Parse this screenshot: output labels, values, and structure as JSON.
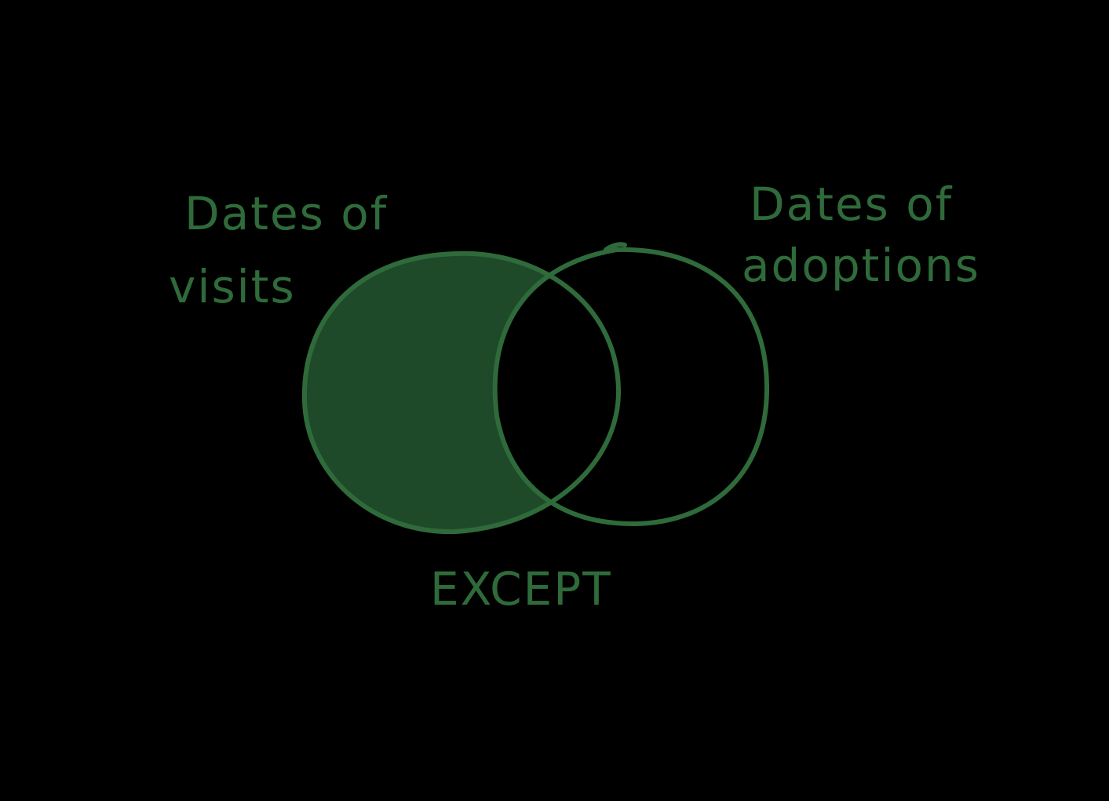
{
  "diagram": {
    "type": "venn-except",
    "colors": {
      "background": "#000000",
      "stroke": "#2f6b3a",
      "fill": "#1e4a2a",
      "text": "#2f6b3a"
    },
    "left_set": {
      "label_line1": "Dates of",
      "label_line2": "visits",
      "highlighted": true
    },
    "right_set": {
      "label_line1": "Dates of",
      "label_line2": "adoptions",
      "highlighted": false
    },
    "operation": {
      "label": "EXCEPT"
    }
  }
}
